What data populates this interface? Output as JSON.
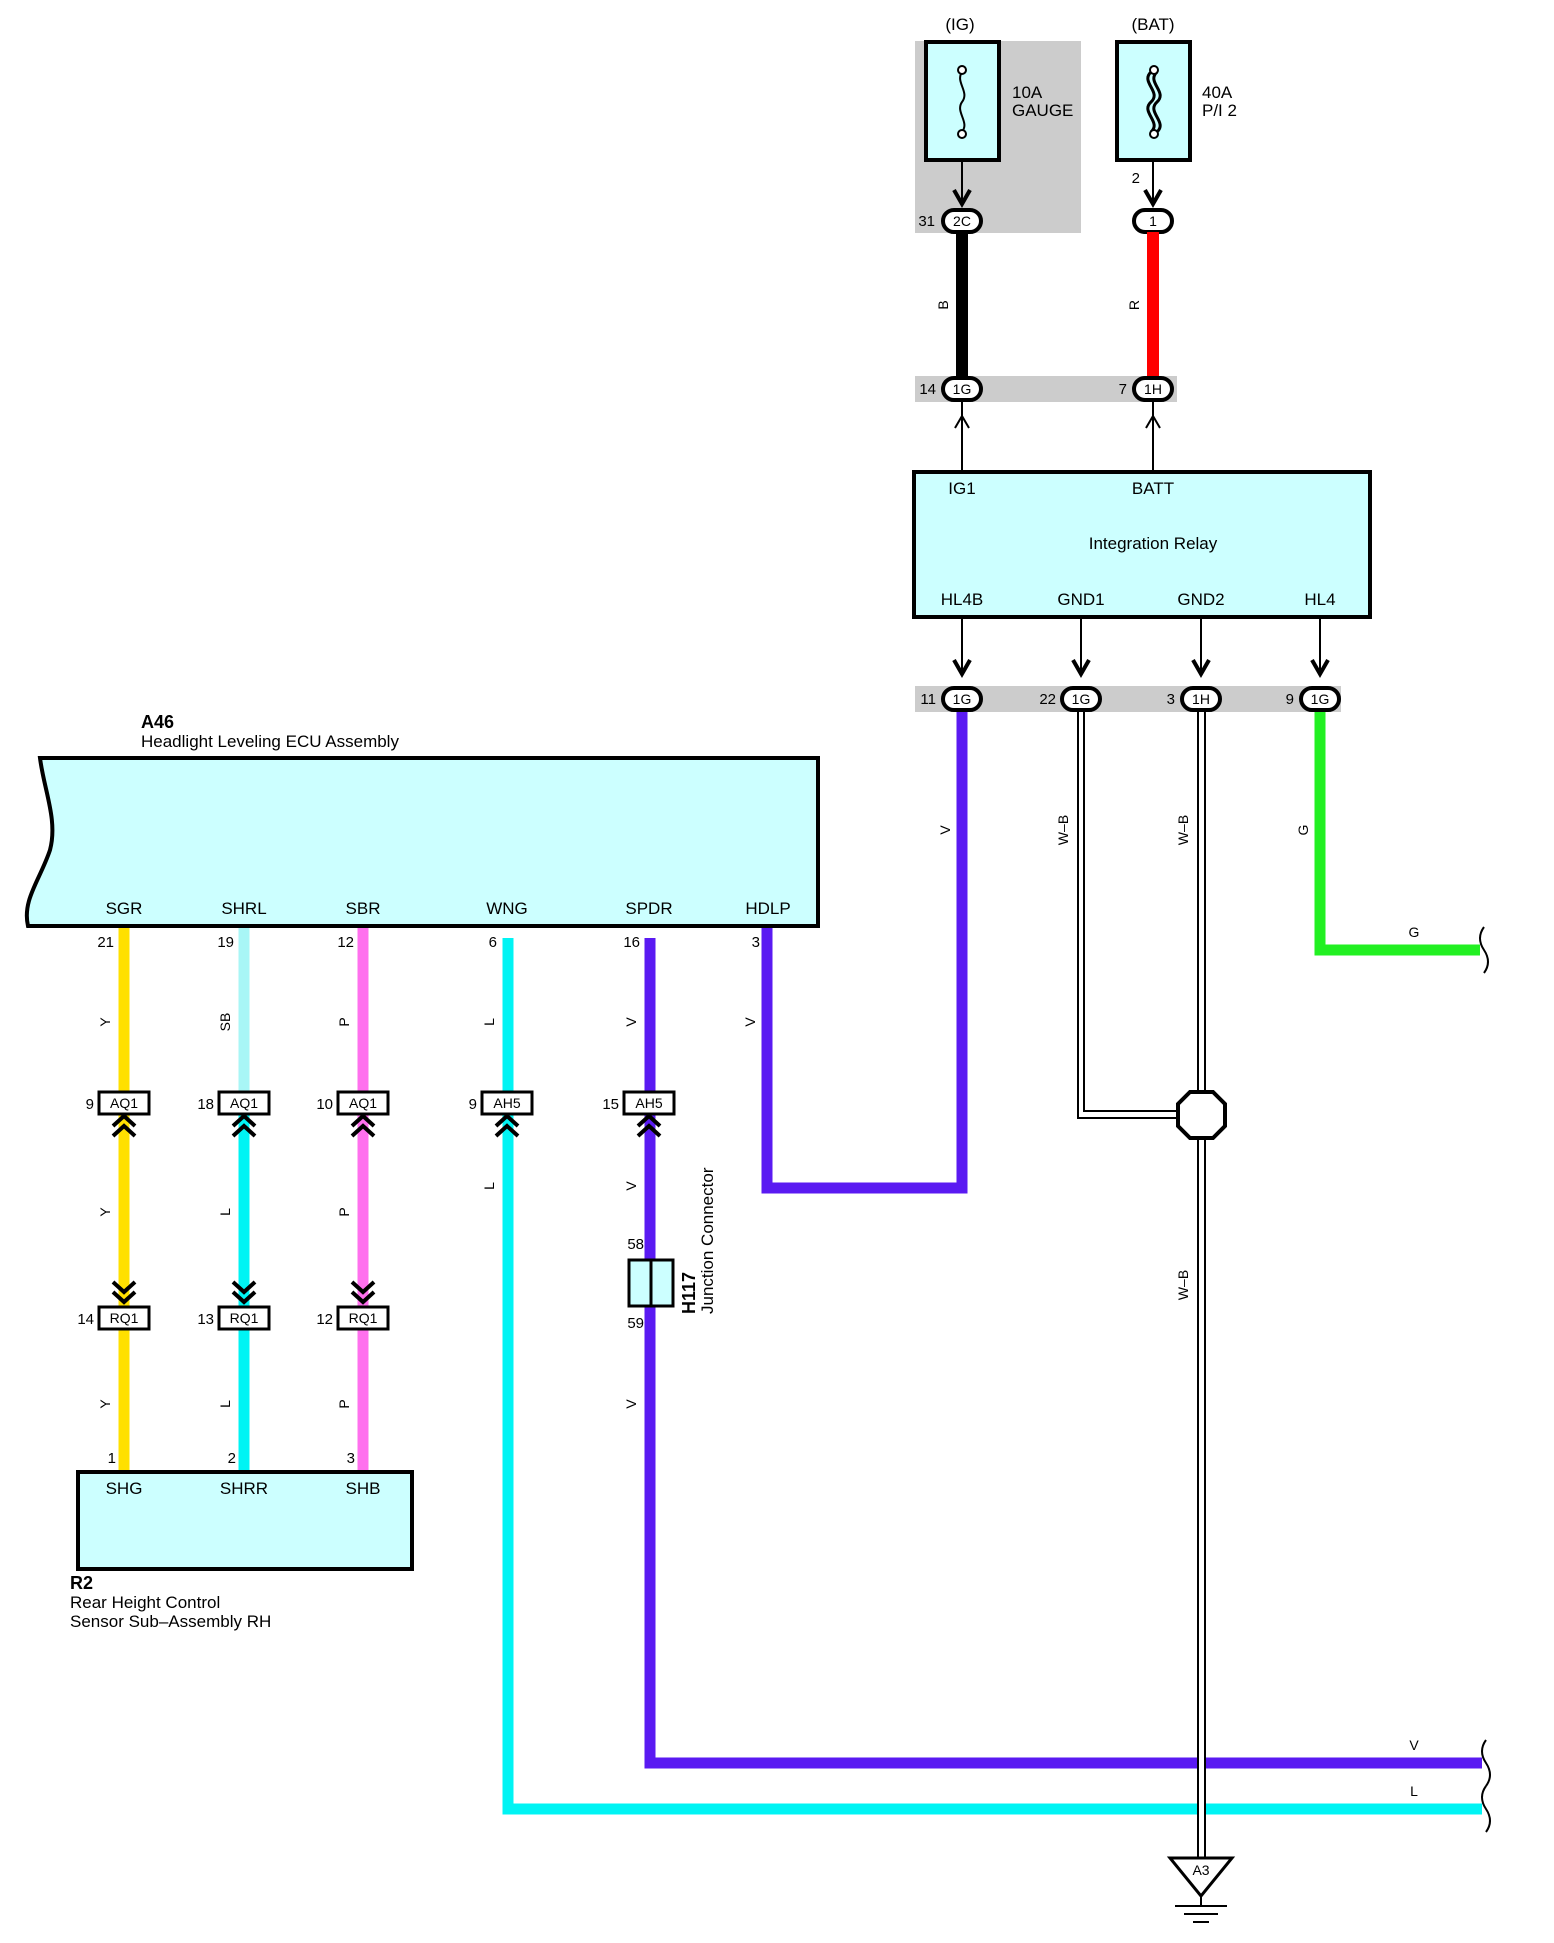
{
  "fuses": {
    "ig": {
      "source": "(IG)",
      "rating": "10A",
      "name": "GAUGE",
      "out_pin": "31",
      "out_conn": "2C"
    },
    "bat": {
      "source": "(BAT)",
      "rating": "40A",
      "name": "P/I 2",
      "fuse_pin": "2",
      "out_conn": "1"
    }
  },
  "upper_wires": {
    "ig_color": "B",
    "bat_color": "R"
  },
  "relay_inputs": [
    {
      "pin": "14",
      "conn": "1G"
    },
    {
      "pin": "7",
      "conn": "1H"
    }
  ],
  "relay": {
    "name": "Integration Relay",
    "top_terminals": [
      "IG1",
      "BATT"
    ],
    "bottom_terminals": [
      "HL4B",
      "GND1",
      "GND2",
      "HL4"
    ]
  },
  "relay_outputs": [
    {
      "pin": "11",
      "conn": "1G",
      "wire": "V"
    },
    {
      "pin": "22",
      "conn": "1G",
      "wire": "W–B"
    },
    {
      "pin": "3",
      "conn": "1H",
      "wire": "W–B"
    },
    {
      "pin": "9",
      "conn": "1G",
      "wire": "G"
    }
  ],
  "ecu": {
    "code": "A46",
    "name": "Headlight Leveling ECU Assembly",
    "terminals": [
      {
        "name": "SGR",
        "pin": "21",
        "wire": "Y"
      },
      {
        "name": "SHRL",
        "pin": "19",
        "wire": "SB"
      },
      {
        "name": "SBR",
        "pin": "12",
        "wire": "P"
      },
      {
        "name": "WNG",
        "pin": "6",
        "wire": "L"
      },
      {
        "name": "SPDR",
        "pin": "16",
        "wire": "V"
      },
      {
        "name": "HDLP",
        "pin": "3",
        "wire": "V"
      }
    ]
  },
  "mid_connectors": [
    {
      "pin": "9",
      "conn": "AQ1",
      "wire": "Y"
    },
    {
      "pin": "18",
      "conn": "AQ1",
      "wire": "L"
    },
    {
      "pin": "10",
      "conn": "AQ1",
      "wire": "P"
    },
    {
      "pin": "9",
      "conn": "AH5",
      "wire": "L"
    },
    {
      "pin": "15",
      "conn": "AH5",
      "wire": "V"
    }
  ],
  "low_connectors": [
    {
      "pin": "14",
      "conn": "RQ1",
      "wire": "Y"
    },
    {
      "pin": "13",
      "conn": "RQ1",
      "wire": "L"
    },
    {
      "pin": "12",
      "conn": "RQ1",
      "wire": "P"
    }
  ],
  "junction": {
    "code": "H117",
    "name": "Junction Connector",
    "pin_in": "58",
    "pin_out": "59",
    "wire_out": "V"
  },
  "sensor": {
    "code": "R2",
    "name_line1": "Rear Height Control",
    "name_line2": "Sensor Sub–Assembly RH",
    "terminals": [
      {
        "name": "SHG",
        "pin": "1"
      },
      {
        "name": "SHRR",
        "pin": "2"
      },
      {
        "name": "SHB",
        "pin": "3"
      }
    ]
  },
  "ground_wire": "W–B",
  "ground": {
    "code": "A3"
  },
  "exits": {
    "g": "G",
    "v": "V",
    "l": "L"
  },
  "colors": {
    "box_fill": "#ccffff",
    "gray": "#cccccc",
    "yellow": "#ffe000",
    "sky_blue": "#a8f6f6",
    "pink": "#ff70ee",
    "cyan": "#00f4f4",
    "violet": "#5a1af2",
    "green": "#22f022",
    "red": "#ff0000",
    "black": "#000000"
  }
}
